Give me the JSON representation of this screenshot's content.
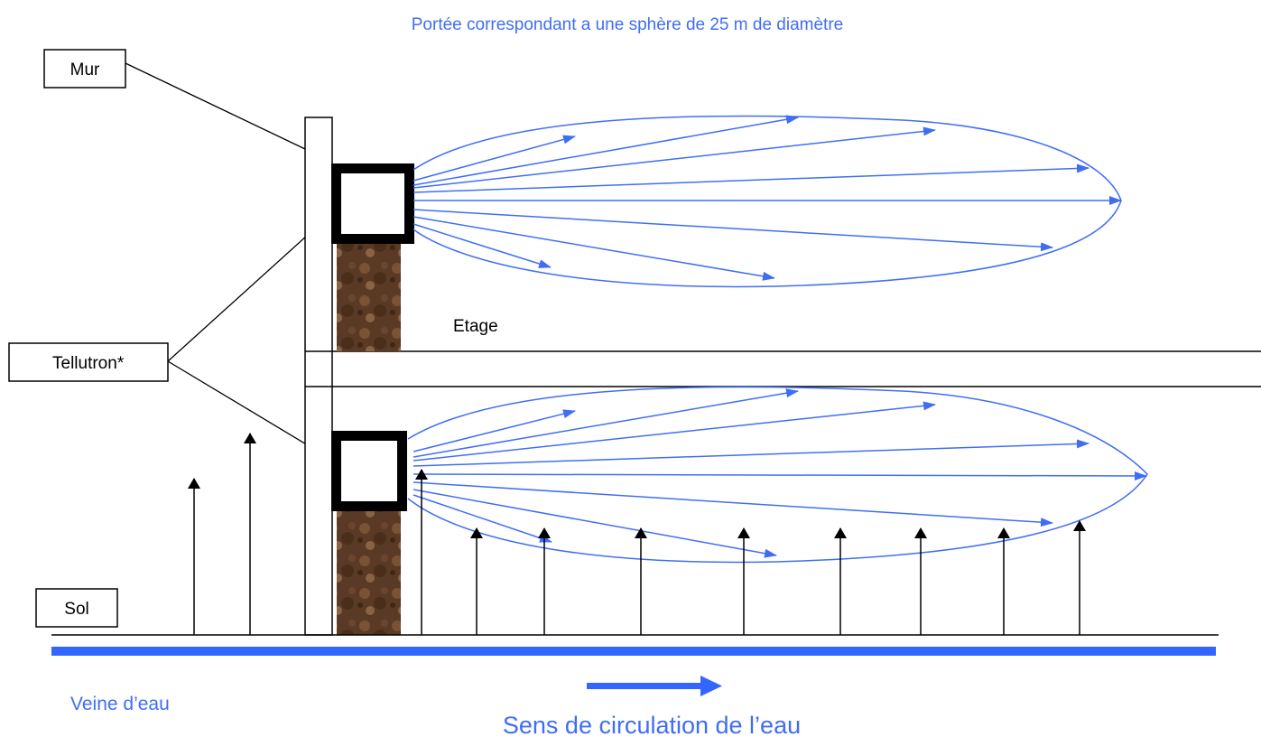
{
  "title": "Portée correspondant a une sphère de 25 m de diamètre",
  "labels": {
    "wall": "Mur",
    "device": "Tellutron*",
    "floor": "Etage",
    "ground": "Sol",
    "water_vein": "Veine d’eau",
    "water_flow": "Sens de circulation de l’eau"
  },
  "colors": {
    "emission": "#3f6ef5",
    "water": "#3366ff",
    "structure": "#000000",
    "pillar": "#5a3a24"
  }
}
